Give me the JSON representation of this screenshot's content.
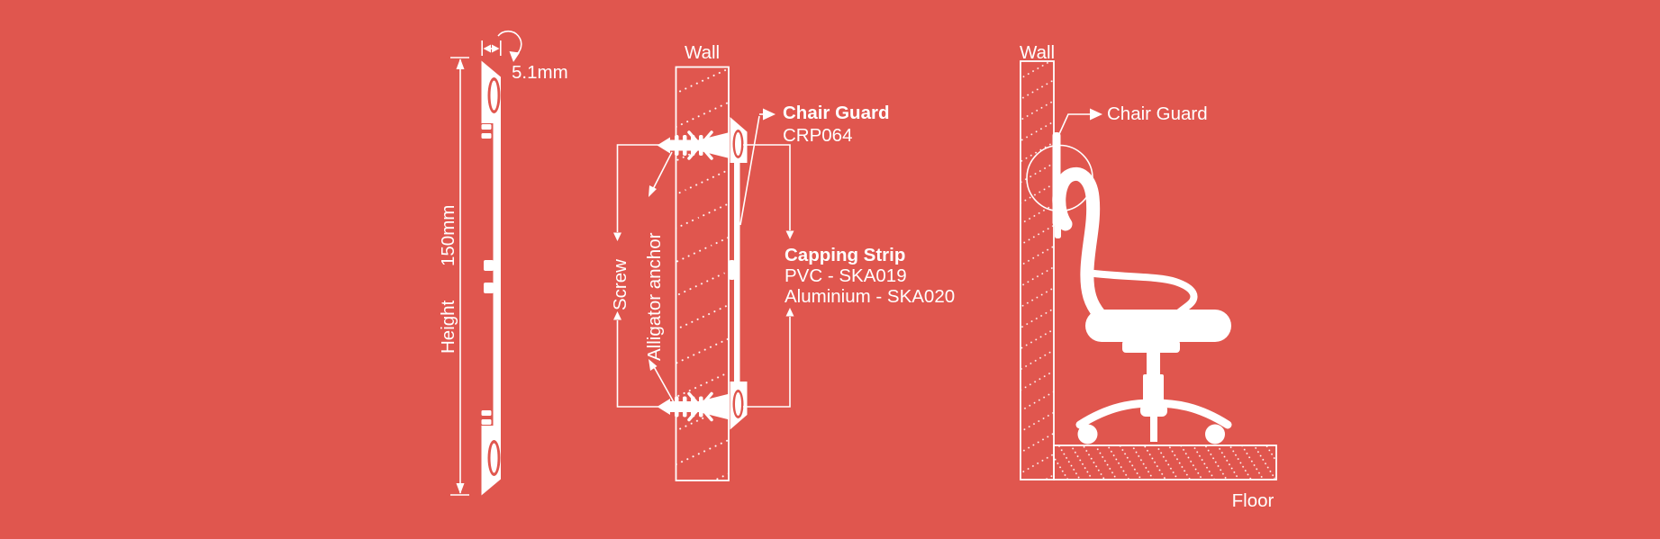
{
  "colors": {
    "background": "#E0564E",
    "foreground": "#FFFFFF"
  },
  "profile_view": {
    "width_dimension": "5.1mm",
    "height_dimension_label": "Height",
    "height_dimension_value": "150mm"
  },
  "cross_section_view": {
    "wall_label": "Wall",
    "screw_label": "Screw",
    "anchor_label": "Alligator anchor",
    "chair_guard_title": "Chair Guard",
    "chair_guard_code": "CRP064",
    "capping_strip_title": "Capping Strip",
    "capping_strip_pvc": "PVC - SKA019",
    "capping_strip_aluminium": "Aluminium - SKA020"
  },
  "side_view": {
    "wall_label": "Wall",
    "chair_guard_label": "Chair Guard",
    "floor_label": "Floor"
  }
}
